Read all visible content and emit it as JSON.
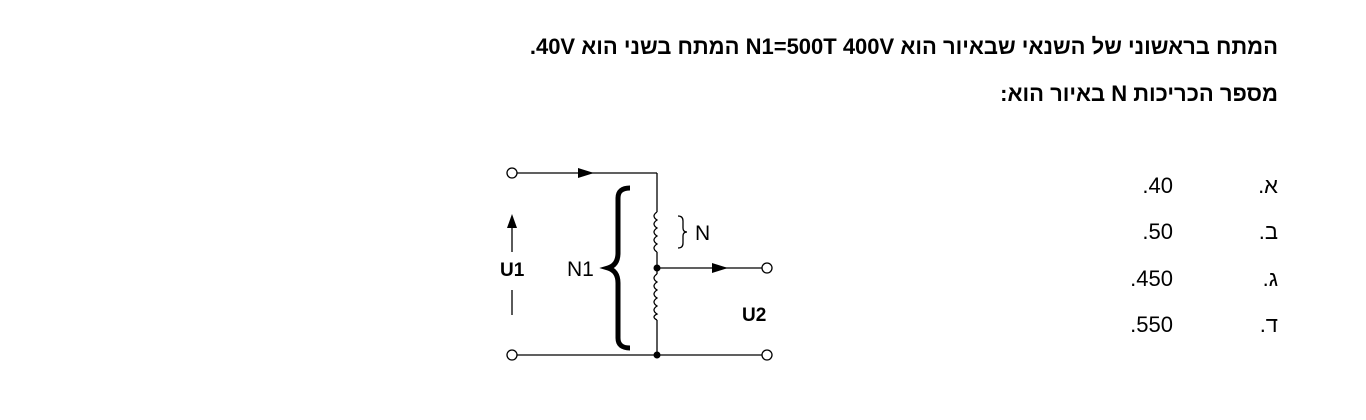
{
  "question": {
    "line1": "המתח בראשוני של השנאי שבאיור הוא N1=500T 400V המתח בשני הוא  40V.",
    "line2": "מספר הכריכות  N באיור הוא:"
  },
  "options": [
    {
      "letter": "א.",
      "value": "40."
    },
    {
      "letter": "ב.",
      "value": "50."
    },
    {
      "letter": "ג.",
      "value": "450."
    },
    {
      "letter": "ד.",
      "value": "550."
    }
  ],
  "diagram": {
    "u1_label": "U1",
    "u2_label": "U2",
    "n1_label": "N1",
    "n_label": "N"
  }
}
